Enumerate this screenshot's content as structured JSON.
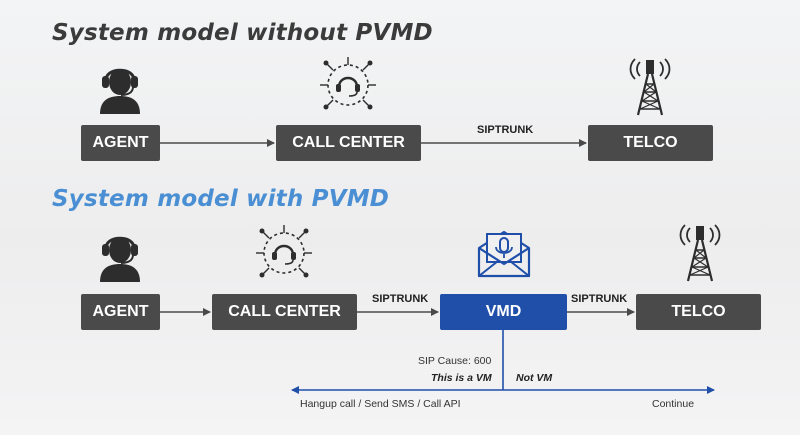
{
  "titles": {
    "without": "System model without PVMD",
    "with": "System model with PVMD"
  },
  "top": {
    "agent": "AGENT",
    "call_center": "CALL CENTER",
    "telco": "TELCO",
    "trunk": "SIPTRUNK"
  },
  "bottom": {
    "agent": "AGENT",
    "call_center": "CALL CENTER",
    "vmd": "VMD",
    "telco": "TELCO",
    "trunk1": "SIPTRUNK",
    "trunk2": "SIPTRUNK",
    "sip_cause": "SIP Cause: 600",
    "is_vm": "This is a VM",
    "not_vm": "Not VM",
    "left_action": "Hangup call / Send SMS / Call API",
    "right_action": "Continue"
  },
  "colors": {
    "node_dark": "#4a4a4a",
    "node_blue": "#1f4fa8",
    "title_dark": "#3b3b3b",
    "title_blue": "#4a8fd3",
    "arrow_blue": "#1f4fa8"
  },
  "icons": [
    "agent-headset-icon",
    "call-center-network-icon",
    "cell-tower-icon",
    "voicemail-envelope-icon"
  ]
}
